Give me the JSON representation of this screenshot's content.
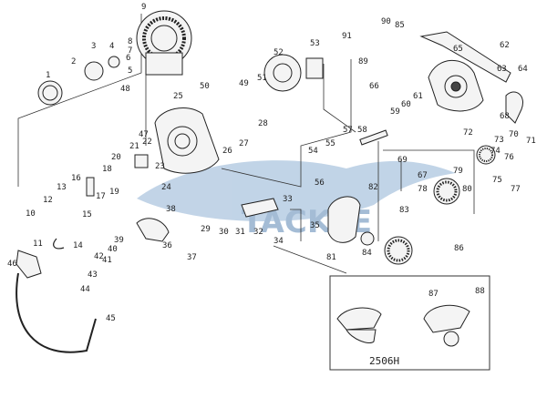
{
  "diagram": {
    "model_label": "2506H",
    "watermark_text": "TACKLE",
    "colors": {
      "line": "#333333",
      "watermark": "#5a86b4",
      "accent_red": "#c0392b"
    }
  },
  "parts": [
    {
      "n": "1"
    },
    {
      "n": "2"
    },
    {
      "n": "3"
    },
    {
      "n": "4"
    },
    {
      "n": "5"
    },
    {
      "n": "6"
    },
    {
      "n": "7"
    },
    {
      "n": "8"
    },
    {
      "n": "9"
    },
    {
      "n": "10"
    },
    {
      "n": "11"
    },
    {
      "n": "12"
    },
    {
      "n": "13"
    },
    {
      "n": "14"
    },
    {
      "n": "15"
    },
    {
      "n": "16"
    },
    {
      "n": "17"
    },
    {
      "n": "18"
    },
    {
      "n": "19"
    },
    {
      "n": "20"
    },
    {
      "n": "21"
    },
    {
      "n": "22"
    },
    {
      "n": "23"
    },
    {
      "n": "24"
    },
    {
      "n": "25"
    },
    {
      "n": "26"
    },
    {
      "n": "27"
    },
    {
      "n": "28"
    },
    {
      "n": "29"
    },
    {
      "n": "30"
    },
    {
      "n": "31"
    },
    {
      "n": "32"
    },
    {
      "n": "33"
    },
    {
      "n": "34"
    },
    {
      "n": "35"
    },
    {
      "n": "36"
    },
    {
      "n": "37"
    },
    {
      "n": "38"
    },
    {
      "n": "39"
    },
    {
      "n": "40"
    },
    {
      "n": "41"
    },
    {
      "n": "42"
    },
    {
      "n": "43"
    },
    {
      "n": "44"
    },
    {
      "n": "45"
    },
    {
      "n": "46"
    },
    {
      "n": "47"
    },
    {
      "n": "48"
    },
    {
      "n": "49"
    },
    {
      "n": "50"
    },
    {
      "n": "51"
    },
    {
      "n": "52"
    },
    {
      "n": "53"
    },
    {
      "n": "54"
    },
    {
      "n": "55"
    },
    {
      "n": "56"
    },
    {
      "n": "57"
    },
    {
      "n": "58"
    },
    {
      "n": "59"
    },
    {
      "n": "60"
    },
    {
      "n": "61"
    },
    {
      "n": "62"
    },
    {
      "n": "63"
    },
    {
      "n": "64"
    },
    {
      "n": "65"
    },
    {
      "n": "66"
    },
    {
      "n": "67"
    },
    {
      "n": "68"
    },
    {
      "n": "69"
    },
    {
      "n": "70"
    },
    {
      "n": "71"
    },
    {
      "n": "72"
    },
    {
      "n": "73"
    },
    {
      "n": "74"
    },
    {
      "n": "75"
    },
    {
      "n": "76"
    },
    {
      "n": "77"
    },
    {
      "n": "78"
    },
    {
      "n": "79"
    },
    {
      "n": "80"
    },
    {
      "n": "81"
    },
    {
      "n": "82"
    },
    {
      "n": "83"
    },
    {
      "n": "84"
    },
    {
      "n": "85"
    },
    {
      "n": "86"
    },
    {
      "n": "87"
    },
    {
      "n": "88"
    },
    {
      "n": "89"
    },
    {
      "n": "90"
    },
    {
      "n": "91"
    }
  ]
}
